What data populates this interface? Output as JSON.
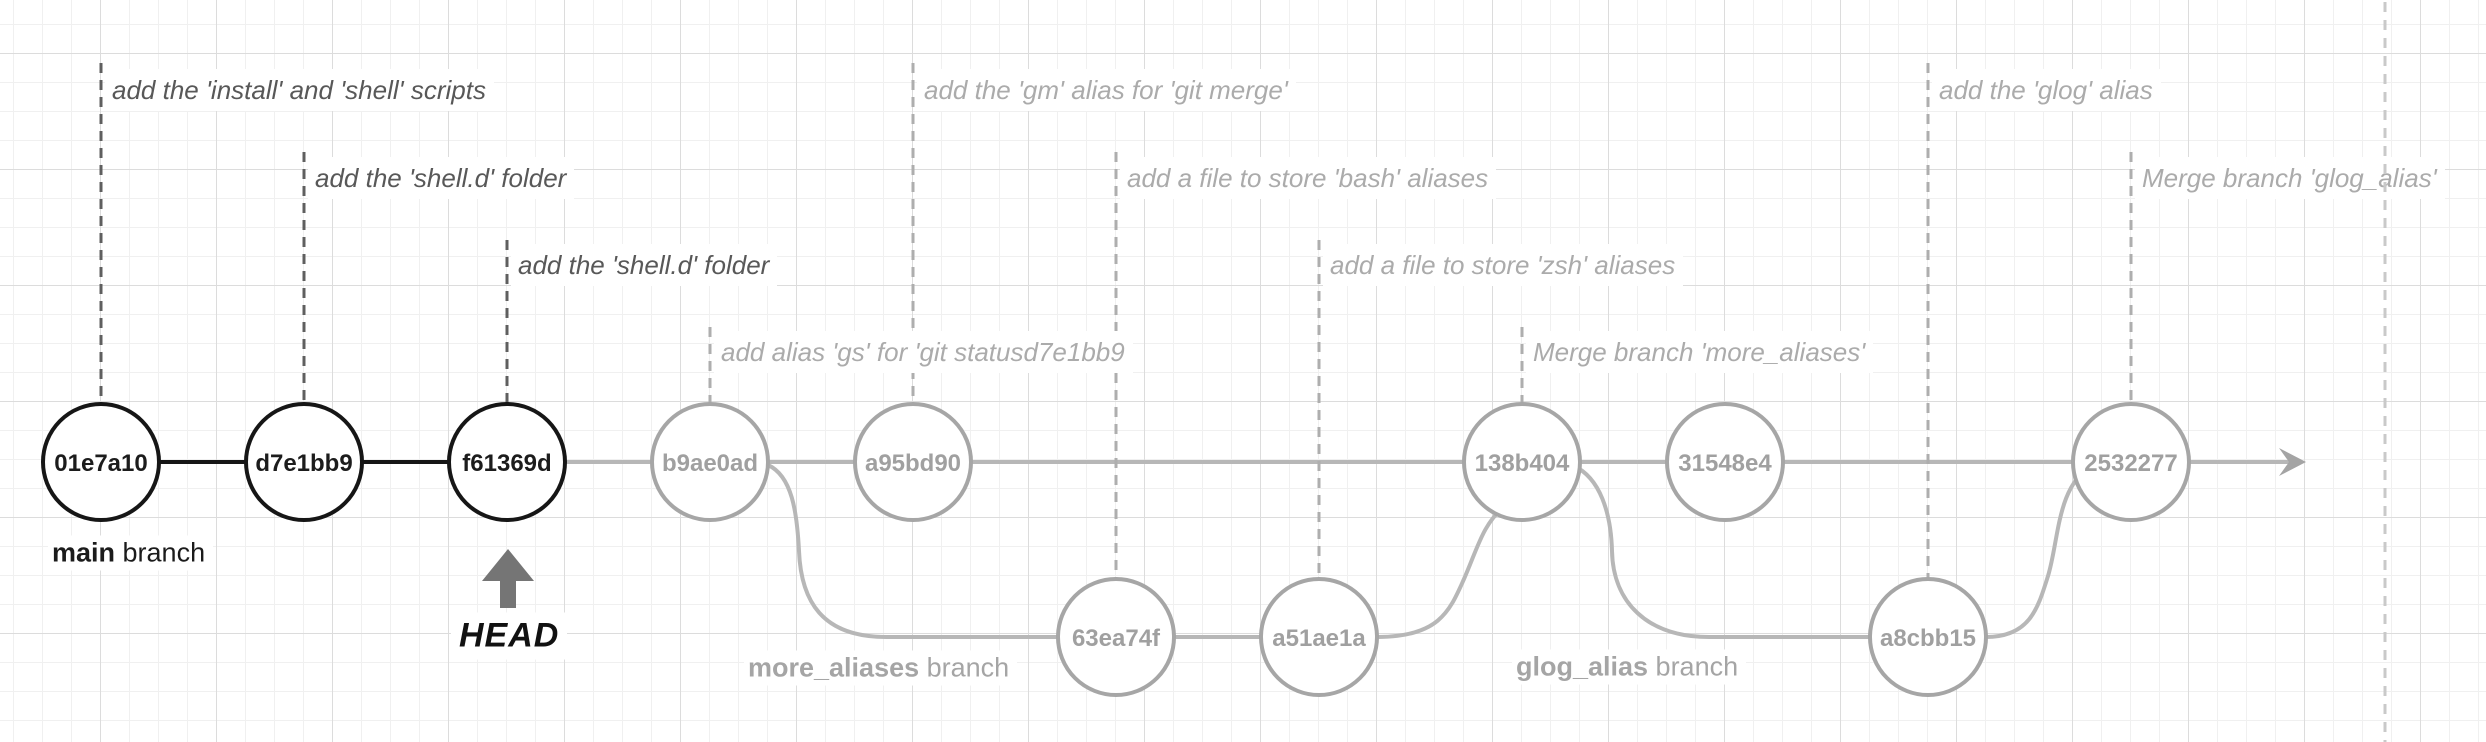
{
  "diagram_type": "git-commit-graph",
  "colors": {
    "active_stroke": "#161616",
    "faded_stroke": "#a6a6a6",
    "faded_line": "#b7b7b7",
    "active_hash_text": "#1c1c1c",
    "faded_hash_text": "#a0a0a0",
    "dark_message_text": "#585858",
    "faded_message_text": "#ababab",
    "head_arrow": "#757575",
    "grid_major": "#dcdcdc",
    "grid_minor": "#f0f0f0"
  },
  "branches": [
    {
      "name": "main",
      "suffix": " branch"
    },
    {
      "name": "more_aliases",
      "suffix": " branch"
    },
    {
      "name": "glog_alias",
      "suffix": " branch"
    }
  ],
  "commits": [
    {
      "id": "01e7a10",
      "branch": "main",
      "state": "active",
      "message": "add the 'install' and 'shell' scripts"
    },
    {
      "id": "d7e1bb9",
      "branch": "main",
      "state": "active",
      "message": "add the 'shell.d' folder"
    },
    {
      "id": "f61369d",
      "branch": "main",
      "state": "active",
      "message": "add the 'shell.d' folder"
    },
    {
      "id": "b9ae0ad",
      "branch": "main",
      "state": "faded",
      "message": "add alias 'gs' for 'git statusd7e1bb9"
    },
    {
      "id": "a95bd90",
      "branch": "main",
      "state": "faded",
      "message": "add the 'gm' alias for 'git merge'"
    },
    {
      "id": "63ea74f",
      "branch": "more_aliases",
      "state": "faded",
      "message": "add a file to store 'bash' aliases"
    },
    {
      "id": "a51ae1a",
      "branch": "more_aliases",
      "state": "faded",
      "message": "add a file to store 'zsh' aliases"
    },
    {
      "id": "138b404",
      "branch": "main",
      "state": "faded",
      "message": "Merge branch 'more_aliases'"
    },
    {
      "id": "31548e4",
      "branch": "main",
      "state": "faded",
      "message": ""
    },
    {
      "id": "a8cbb15",
      "branch": "glog_alias",
      "state": "faded",
      "message": "add the 'glog' alias"
    },
    {
      "id": "2532277",
      "branch": "main",
      "state": "faded",
      "message": "Merge branch 'glog_alias'"
    }
  ],
  "head": {
    "label": "HEAD",
    "points_to": "f61369d"
  }
}
